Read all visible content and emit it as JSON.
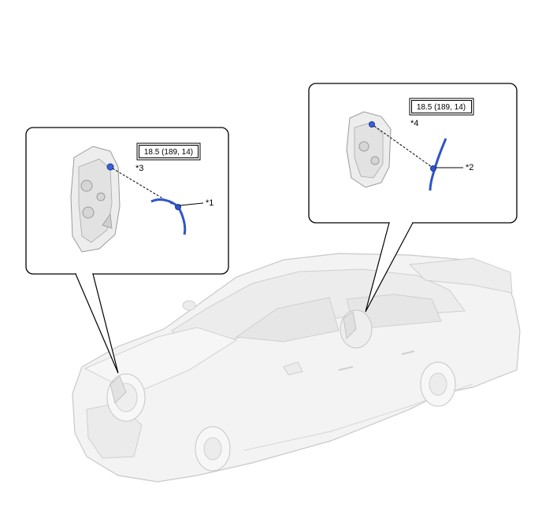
{
  "callouts": {
    "left": {
      "torque": "18.5 (189, 14)",
      "bolt_label": "*3",
      "hose_label": "*1"
    },
    "right": {
      "torque": "18.5 (189, 14)",
      "bolt_label": "*4",
      "hose_label": "*2"
    }
  },
  "colors": {
    "hose": "#2e55c8",
    "outline": "#000000",
    "car_body": "#f2f2f2",
    "car_edge": "#c8c8c8"
  }
}
